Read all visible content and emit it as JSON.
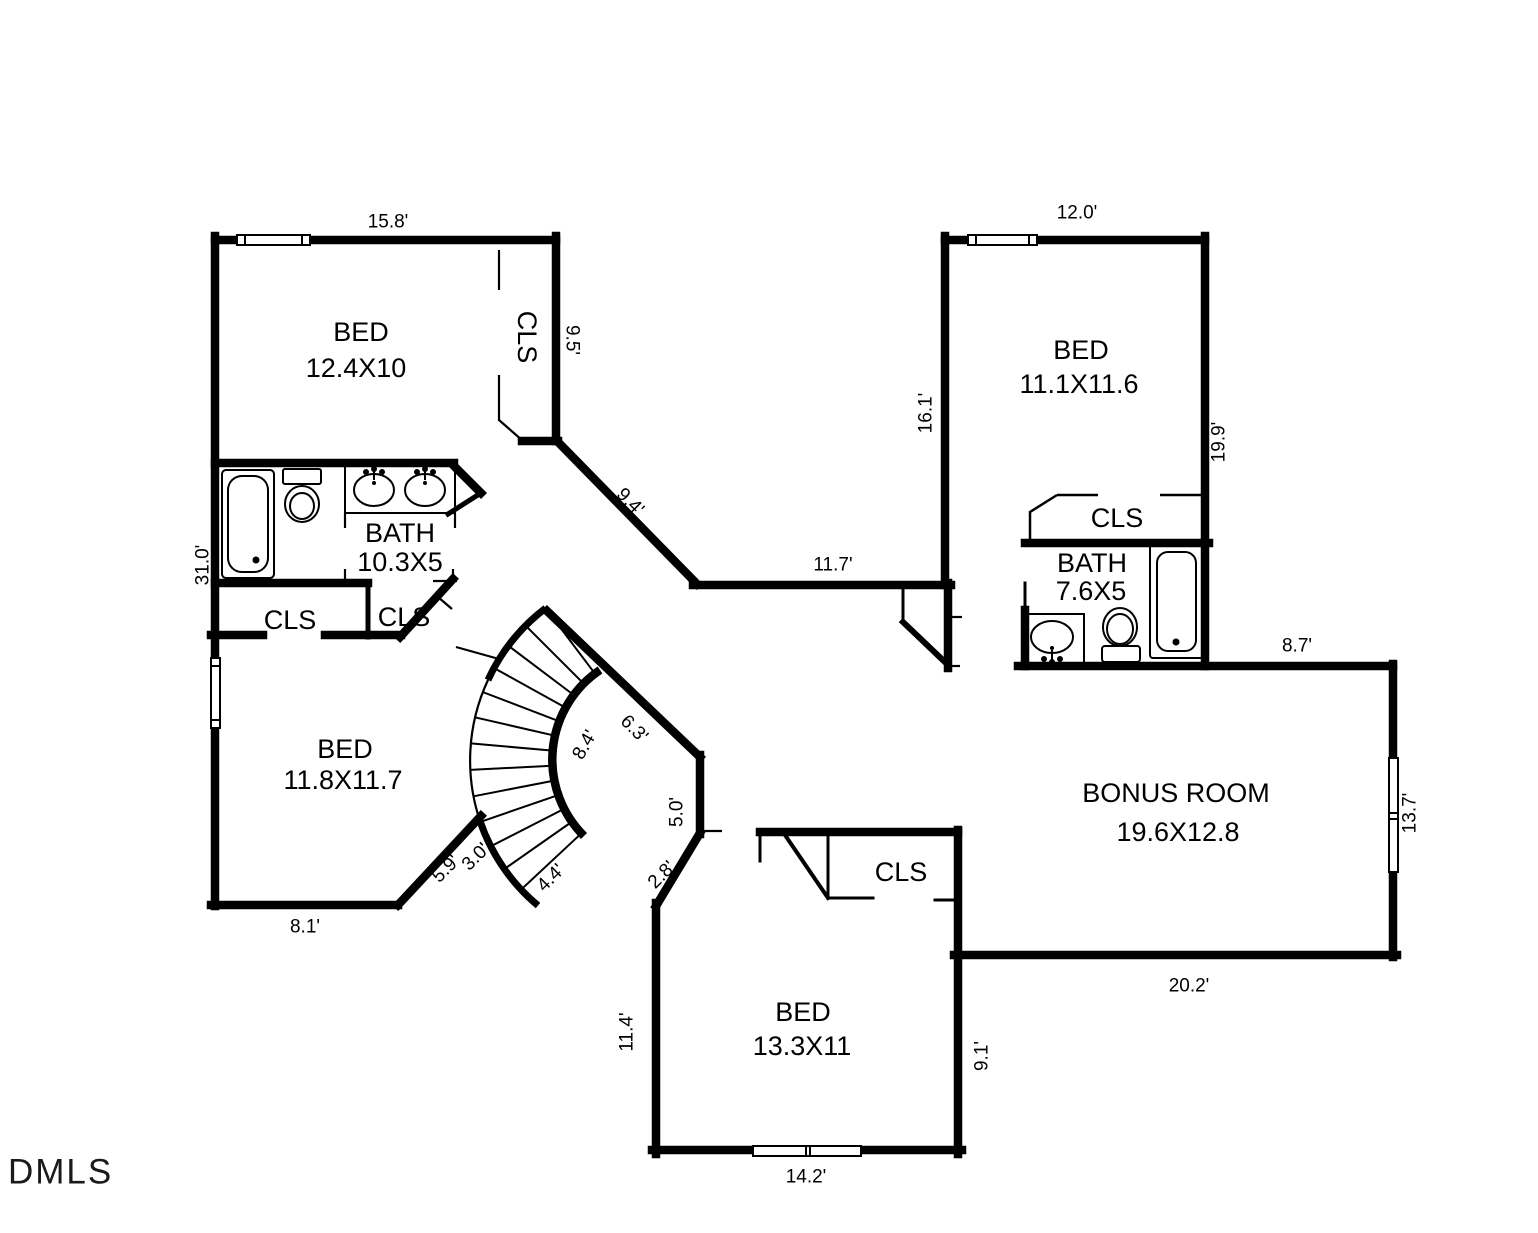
{
  "logo": {
    "text": "DMLS"
  },
  "rooms": {
    "bed_top_left": {
      "label": "BED",
      "dims": "12.4X10"
    },
    "bed_top_right": {
      "label": "BED",
      "dims": "11.1X11.6"
    },
    "bed_mid_left": {
      "label": "BED",
      "dims": "11.8X11.7"
    },
    "bed_bottom": {
      "label": "BED",
      "dims": "13.3X11"
    },
    "bath_left": {
      "label": "BATH",
      "dims": "10.3X5"
    },
    "bath_right": {
      "label": "BATH",
      "dims": "7.6X5"
    },
    "bonus_room": {
      "label": "BONUS ROOM",
      "dims": "19.6X12.8"
    },
    "closet_top_left": {
      "label": "CLS"
    },
    "closet_hall_left": {
      "label": "CLS"
    },
    "closet_hall_right": {
      "label": "CLS"
    },
    "closet_bath_right": {
      "label": "CLS"
    },
    "closet_bed_bottom": {
      "label": "CLS"
    }
  },
  "dimensions": {
    "bed_tl_top": "15.8'",
    "closet_tl": "9.5'",
    "left_side": "31.0'",
    "hall_diag": "9.4'",
    "hall_bottom": "11.7'",
    "bed_tr_top": "12.0'",
    "bed_tr_left": "16.1'",
    "bed_tr_right": "19.9'",
    "bath_right_bottom": "8.7'",
    "bonus_right": "13.7'",
    "bonus_bottom": "20.2'",
    "bed_ml_bottom": "8.1'",
    "bed_ml_diag": "5.9'",
    "stair_left": "3.0'",
    "stair_bottom": "4.4'",
    "stair_arc": "8.4'",
    "stair_upper_diag": "6.3'",
    "stair_right": "5.0'",
    "bed_b_diag": "2.8'",
    "bed_b_left": "11.4'",
    "bed_b_right": "9.1'",
    "bed_b_bottom": "14.2'"
  }
}
